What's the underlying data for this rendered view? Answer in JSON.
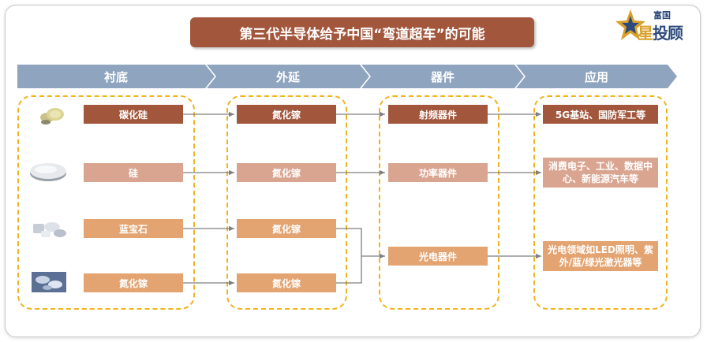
{
  "title": "第三代半导体给予中国“弯道超车”的可能",
  "logo": {
    "top_text": "富国",
    "main_gold": "星",
    "main_blue": "投顾"
  },
  "stages": [
    "衬底",
    "外延",
    "器件",
    "应用"
  ],
  "substrates": [
    "碳化硅",
    "硅",
    "蓝宝石",
    "氮化镓"
  ],
  "epitaxy": [
    "氮化镓",
    "氮化镓",
    "氮化镓",
    "氮化镓"
  ],
  "devices": [
    "射频器件",
    "功率器件",
    "光电器件"
  ],
  "applications": [
    "5G基站、国防军工等",
    "消费电子、工业、数据中心、新能源汽车等",
    "光电领域如LED照明、紫外/蓝/绿光激光器等"
  ],
  "colors": {
    "dark": "#a2573d",
    "light": "#d9a591",
    "orange": "#e3a472",
    "dash": "#f0b31c",
    "chevron": "#8ea4bf"
  }
}
